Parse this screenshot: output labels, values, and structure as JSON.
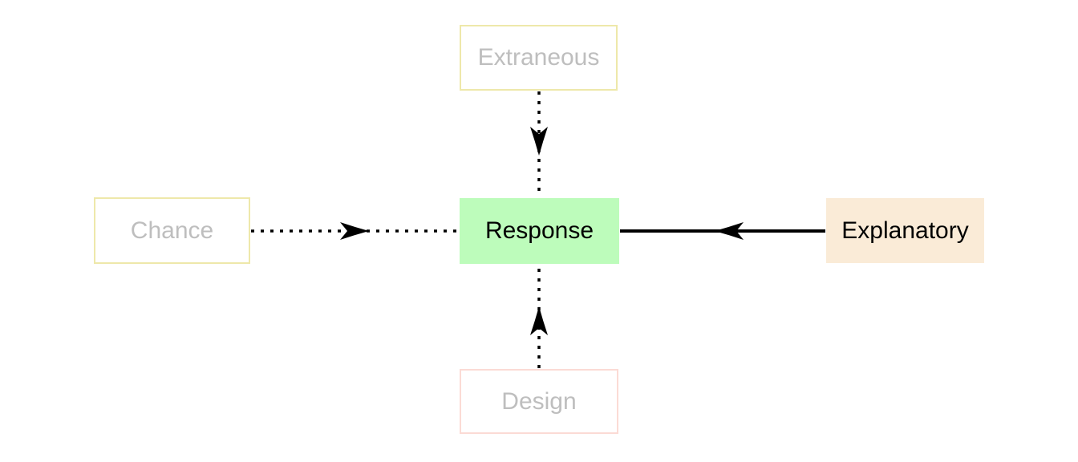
{
  "diagram": {
    "background_color": "#FFFFFF",
    "arrow_color": "#000000",
    "nodes": [
      {
        "id": "extraneous",
        "label": "Extraneous",
        "fill": "#FFFFFF",
        "border_color": "#EEE8AA",
        "text_color": "#BEBEBE"
      },
      {
        "id": "chance",
        "label": "Chance",
        "fill": "#FFFFFF",
        "border_color": "#EEE8AA",
        "text_color": "#BEBEBE"
      },
      {
        "id": "response",
        "label": "Response",
        "fill": "#BDFCBB",
        "border_color": "#BDFCBB",
        "text_color": "#000000"
      },
      {
        "id": "explanatory",
        "label": "Explanatory",
        "fill": "#FAEBD7",
        "border_color": "#FAEBD7",
        "text_color": "#000000"
      },
      {
        "id": "design",
        "label": "Design",
        "fill": "#FFFFFF",
        "border_color": "#FBDBD5",
        "text_color": "#BEBEBE"
      }
    ],
    "edges": [
      {
        "from": "extraneous",
        "to": "response",
        "line_style": "dotted",
        "direction": "down"
      },
      {
        "from": "chance",
        "to": "response",
        "line_style": "dotted",
        "direction": "right"
      },
      {
        "from": "explanatory",
        "to": "response",
        "line_style": "solid",
        "direction": "left"
      },
      {
        "from": "design",
        "to": "response",
        "line_style": "dotted",
        "direction": "up"
      }
    ]
  }
}
